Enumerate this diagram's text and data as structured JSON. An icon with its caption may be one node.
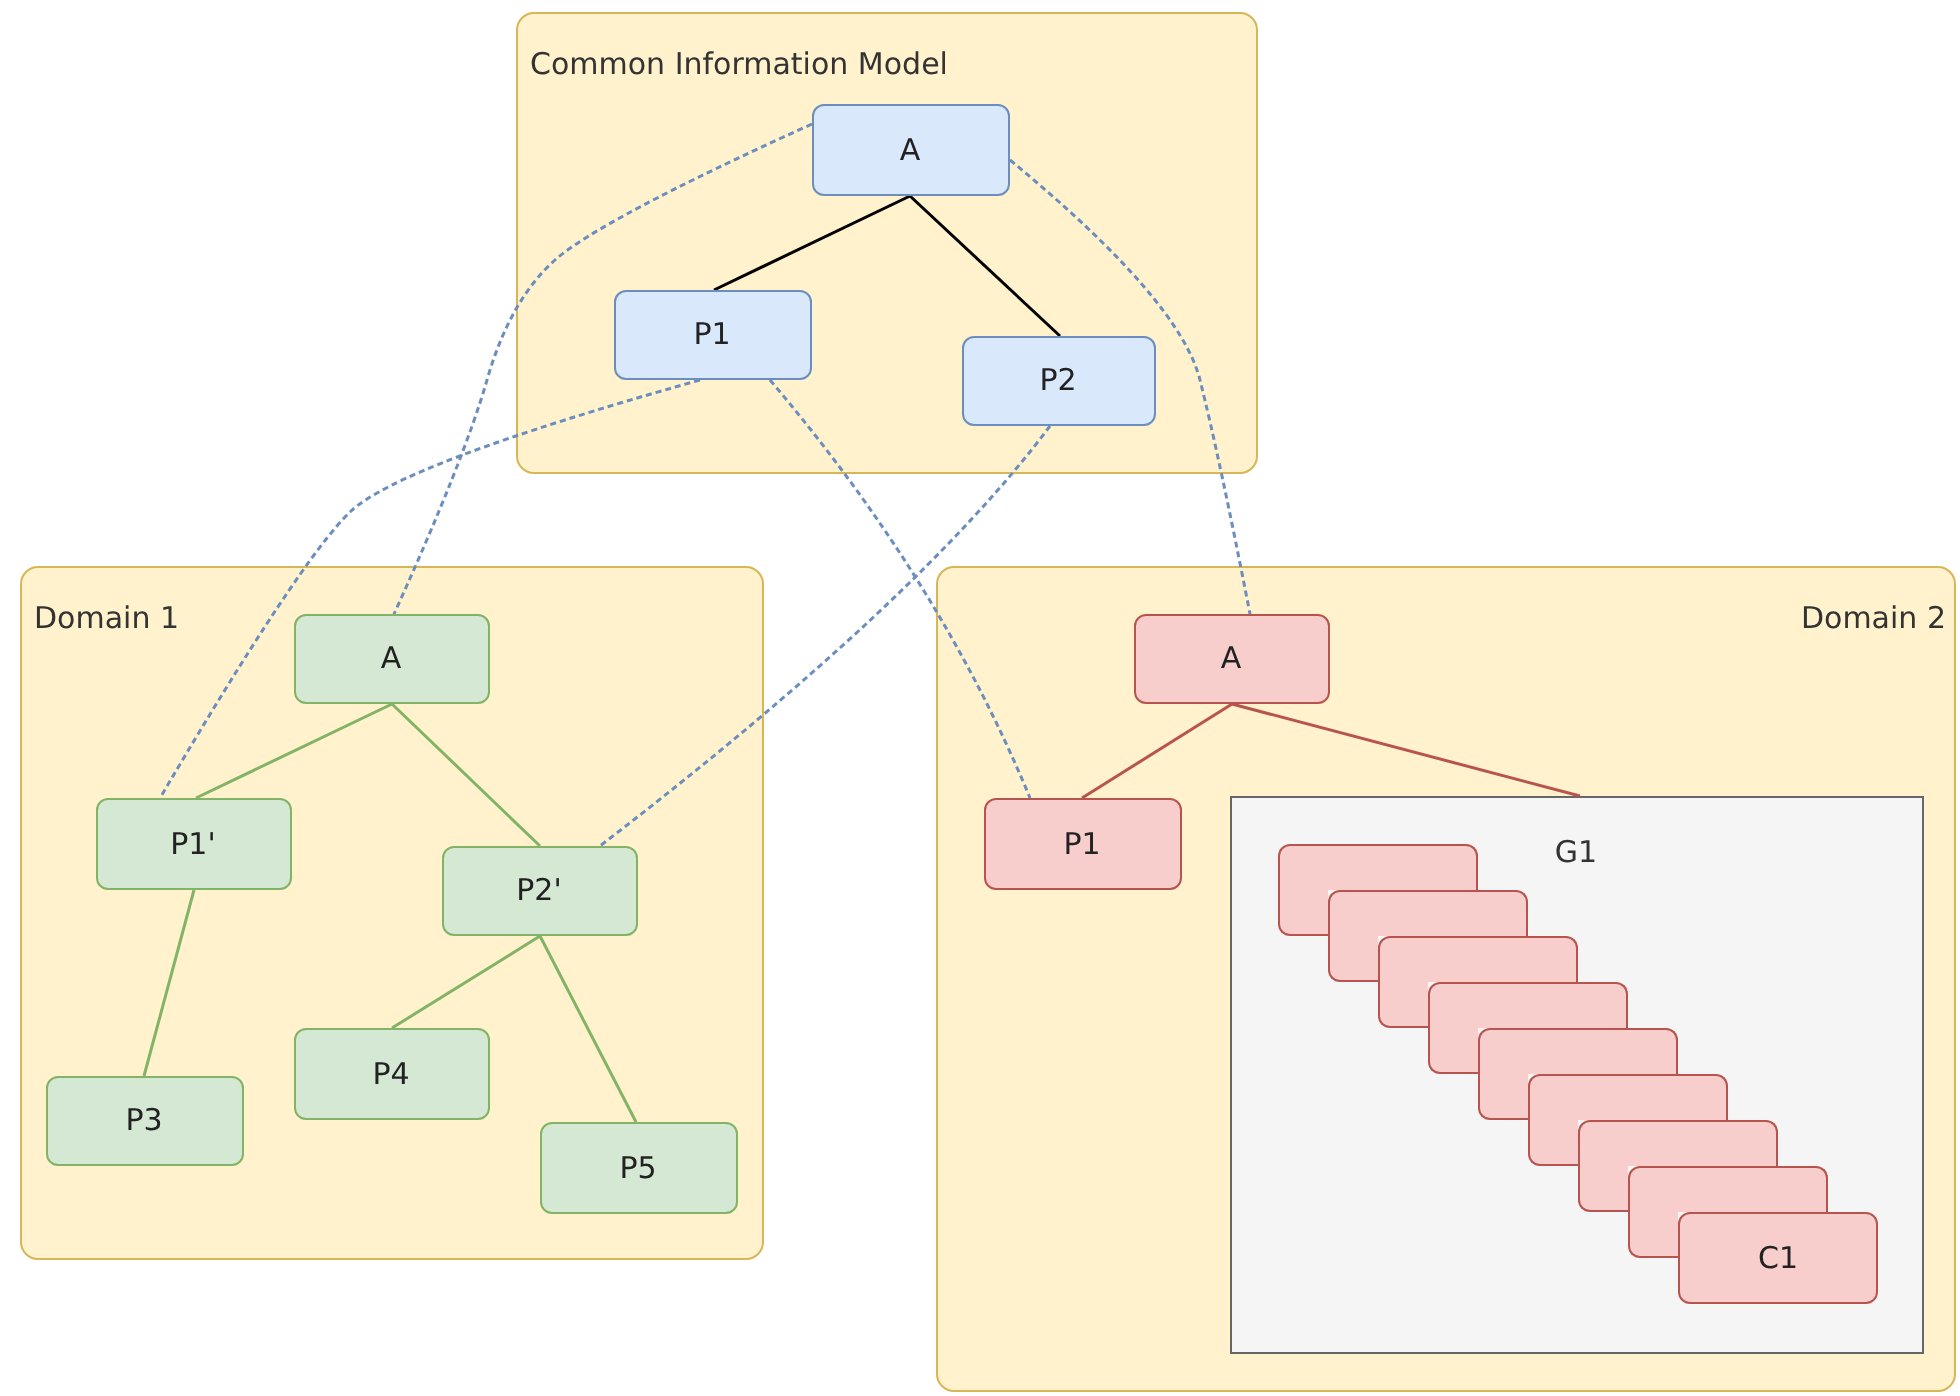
{
  "diagram": {
    "nodes": [
      {
        "text": [
          "Common Information Model"
        ]
      },
      {
        "text": [
          "A"
        ],
        "in": 0
      },
      {
        "text": [
          "P1"
        ],
        "in": 0
      },
      {
        "text": [
          "P2"
        ],
        "in": 0
      },
      {
        "text": [
          "Domain 1"
        ]
      },
      {
        "text": [
          "A"
        ],
        "in": 4
      },
      {
        "text": [
          "P1'"
        ],
        "in": 4
      },
      {
        "text": [
          "P2'"
        ],
        "in": 4
      },
      {
        "text": [
          "P3"
        ],
        "in": 4
      },
      {
        "text": [
          "P4"
        ],
        "in": 4
      },
      {
        "text": [
          "P5"
        ],
        "in": 4
      },
      {
        "text": [
          "Domain 2"
        ]
      },
      {
        "text": [
          "A"
        ],
        "in": 11
      },
      {
        "text": [
          "P1"
        ],
        "in": 11
      },
      {
        "text": [
          "G1"
        ],
        "in": 11
      },
      {
        "text": [],
        "shape": "box",
        "in": 14
      },
      {
        "text": [],
        "shape": "box",
        "in": 14
      },
      {
        "text": [],
        "shape": "box",
        "in": 14
      },
      {
        "text": [],
        "shape": "box",
        "in": 14
      },
      {
        "text": [],
        "shape": "box",
        "in": 14
      },
      {
        "text": [],
        "shape": "box",
        "in": 14
      },
      {
        "text": [],
        "shape": "box",
        "in": 14
      },
      {
        "text": [],
        "shape": "box",
        "in": 14
      },
      {
        "text": [
          "C1"
        ],
        "in": 14
      }
    ],
    "edges": [
      {
        "from": 1,
        "to": 2,
        "arrow": "none",
        "color": "#000000"
      },
      {
        "from": 1,
        "to": 3,
        "arrow": "none",
        "color": "#000000"
      },
      {
        "from": 5,
        "to": 6,
        "arrow": "none",
        "color": "#82b366"
      },
      {
        "from": 5,
        "to": 7,
        "arrow": "none",
        "color": "#82b366"
      },
      {
        "from": 6,
        "to": 8,
        "arrow": "none",
        "color": "#82b366"
      },
      {
        "from": 7,
        "to": 9,
        "arrow": "none",
        "color": "#82b366"
      },
      {
        "from": 7,
        "to": 10,
        "arrow": "none",
        "color": "#82b366"
      },
      {
        "from": 12,
        "to": 13,
        "arrow": "none",
        "color": "#b85450"
      },
      {
        "from": 12,
        "to": 14,
        "arrow": "none",
        "color": "#b85450"
      },
      {
        "from": 1,
        "to": 5,
        "arrow": "none",
        "style": "dashed",
        "color": "#6c8ebf"
      },
      {
        "from": 1,
        "to": 12,
        "arrow": "none",
        "style": "dashed",
        "color": "#6c8ebf"
      },
      {
        "from": 2,
        "to": 6,
        "arrow": "none",
        "style": "dashed",
        "color": "#6c8ebf"
      },
      {
        "from": 2,
        "to": 13,
        "arrow": "none",
        "style": "dashed",
        "color": "#6c8ebf"
      },
      {
        "from": 3,
        "to": 7,
        "arrow": "none",
        "style": "dashed",
        "color": "#6c8ebf"
      }
    ]
  }
}
